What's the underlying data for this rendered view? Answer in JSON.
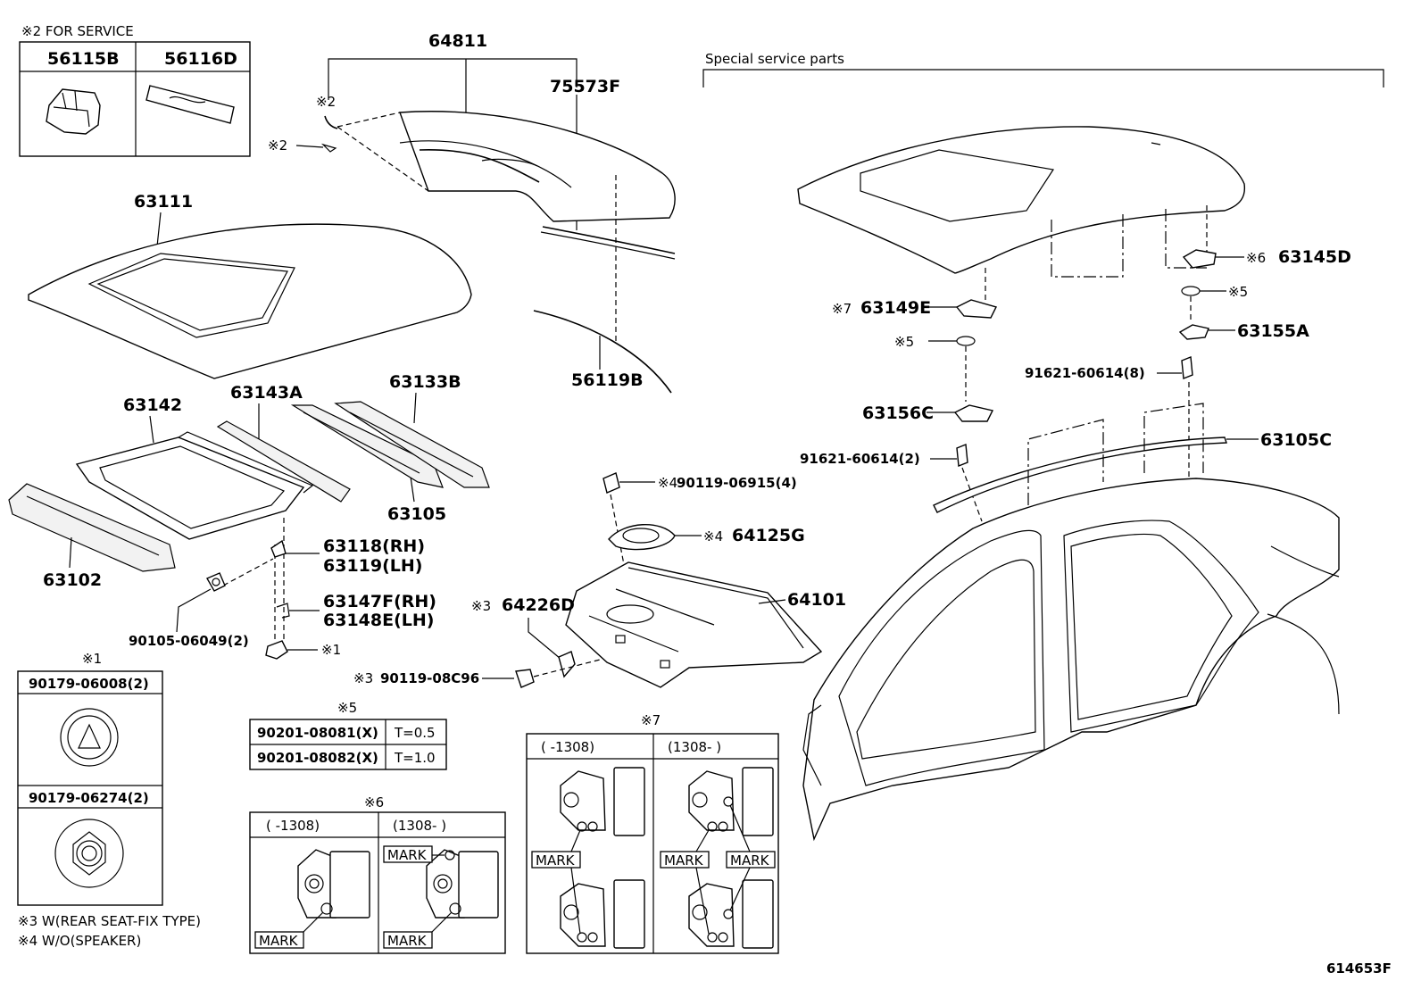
{
  "diagram_id": "614653F",
  "special_service_label": "Special service parts",
  "service_table": {
    "title": "※2 FOR SERVICE",
    "cols": [
      "56115B",
      "56116D"
    ]
  },
  "parts": {
    "p64811": "64811",
    "p75573F": "75573F",
    "p63111": "63111",
    "p56119B": "56119B",
    "p63142": "63142",
    "p63143A": "63143A",
    "p63133B": "63133B",
    "p63105": "63105",
    "p63102": "63102",
    "p63118": "63118(RH)",
    "p63119": "63119(LH)",
    "p63147F": "63147F(RH)",
    "p63148E": "63148E(LH)",
    "p90105": "90105-06049(2)",
    "p64101": "64101",
    "p64125G": "64125G",
    "p90119_06915": "90119-06915(4)",
    "p64226D": "64226D",
    "p90119_08C96": "90119-08C96",
    "p63145D": "63145D",
    "p63149E": "63149E",
    "p63155A": "63155A",
    "p91621_8": "91621-60614(8)",
    "p63156C": "63156C",
    "p91621_2": "91621-60614(2)",
    "p63105C": "63105C"
  },
  "marks": {
    "m1": "※1",
    "m2": "※2",
    "m3": "※3",
    "m4": "※4",
    "m5": "※5",
    "m6": "※6",
    "m7": "※7"
  },
  "table1": {
    "title": "※1",
    "rows": [
      "90179-06008(2)",
      "90179-06274(2)"
    ]
  },
  "table5": {
    "title": "※5",
    "rows": [
      {
        "part": "90201-08081(X)",
        "t": "T=0.5"
      },
      {
        "part": "90201-08082(X)",
        "t": "T=1.0"
      }
    ]
  },
  "table6": {
    "title": "※6",
    "cols": [
      "(     -1308)",
      "(1308-       )"
    ],
    "mark": "MARK"
  },
  "table7": {
    "title": "※7",
    "cols": [
      "(     -1308)",
      "(1308-       )"
    ],
    "mark": "MARK"
  },
  "notes": {
    "n3": "※3 W(REAR SEAT-FIX TYPE)",
    "n4": "※4 W/O(SPEAKER)"
  }
}
